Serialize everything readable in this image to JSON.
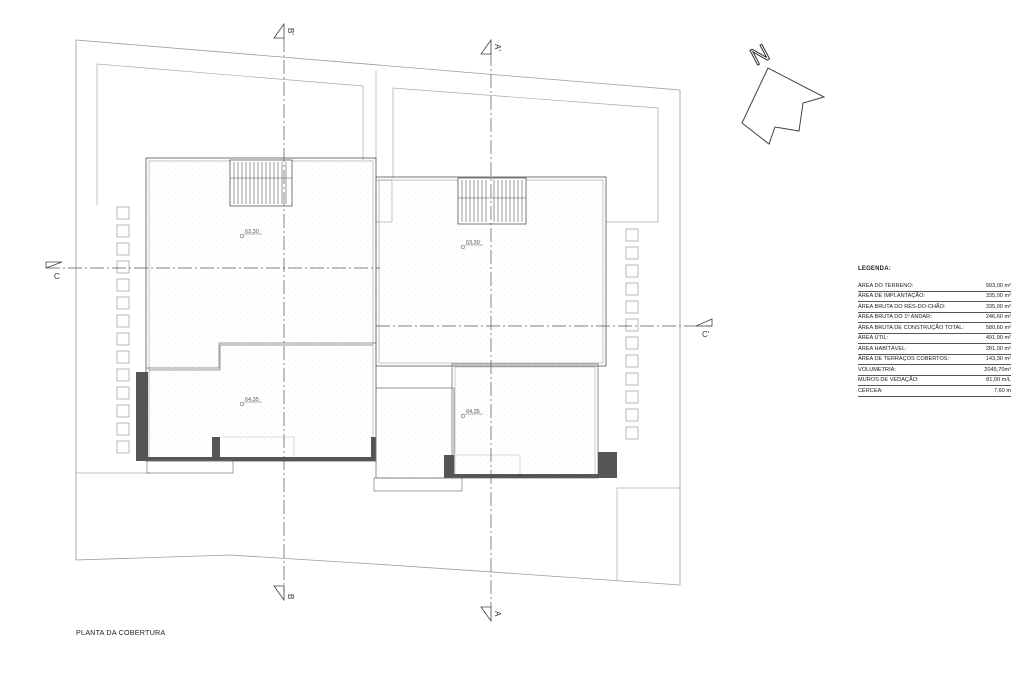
{
  "drawing": {
    "caption": "PLANTA DA COBERTURA",
    "north_label": "N",
    "sections": {
      "b_top": "B'",
      "b_bottom": "B",
      "a_top": "A'",
      "a_bottom": "A",
      "c_left": "C",
      "c_right": "C'"
    },
    "levels": {
      "left_roof": "63,30",
      "right_roof": "63,30",
      "left_lower": "64,35",
      "right_lower": "64,35"
    }
  },
  "legend": {
    "title": "LEGENDA:",
    "rows": [
      {
        "label": "ÁREA DO TERRENO:",
        "value": "993,00 m²"
      },
      {
        "label": "ÁREA DE IMPLANTAÇÃO:",
        "value": "335,00 m²"
      },
      {
        "label": "ÁREA BRUTA DO RÉS-DO-CHÃO:",
        "value": "335,00 m²"
      },
      {
        "label": "ÁREA BRUTA DO 1º ANDAR:",
        "value": "246,60 m²"
      },
      {
        "label": "ÁREA BRUTA DE CONSTRUÇÃO TOTAL:",
        "value": "580,60 m²"
      },
      {
        "label": "ÁREA ÚTIL:",
        "value": "491,90 m²"
      },
      {
        "label": "ÁREA HABITÁVEL:",
        "value": "281,00 m²"
      },
      {
        "label": "ÁREA DE TERRAÇOS COBERTOS:",
        "value": "143,30 m²"
      },
      {
        "label": "VOLUMETRIA:",
        "value": "2045,70m³"
      },
      {
        "label": "MUROS DE VEDAÇÃO:",
        "value": "81,00 m/L"
      },
      {
        "label": "CÉRCEA:",
        "value": "7,60 m"
      }
    ]
  }
}
